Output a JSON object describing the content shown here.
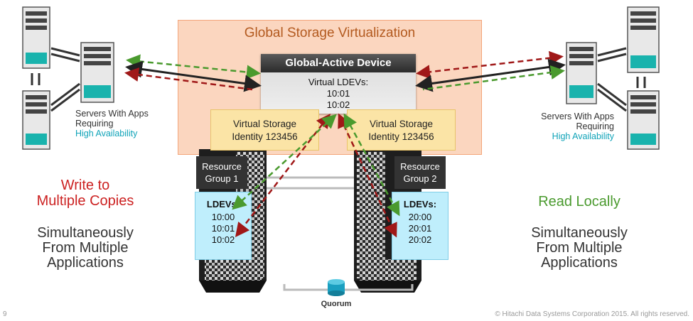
{
  "title": "Global Storage Virtualization",
  "gad": {
    "title": "Global-Active Device",
    "label": "Virtual LDEVs:",
    "items": [
      "10:01",
      "10:02"
    ]
  },
  "virtual_storage": {
    "left": {
      "line1": "Virtual Storage",
      "line2": "Identity 123456"
    },
    "right": {
      "line1": "Virtual Storage",
      "line2": "Identity 123456"
    }
  },
  "resource_groups": {
    "left": {
      "line1": "Resource",
      "line2": "Group 1",
      "ldev_label": "LDEVs:",
      "ldevs": [
        "10:00",
        "10:01",
        "10:02"
      ]
    },
    "right": {
      "line1": "Resource",
      "line2": "Group 2",
      "ldev_label": "LDEVs:",
      "ldevs": [
        "20:00",
        "20:01",
        "20:02"
      ]
    }
  },
  "servers_left": {
    "line1": "Servers With Apps",
    "line2": "Requiring",
    "line3": "High Availability"
  },
  "servers_right": {
    "line1": "Servers With Apps",
    "line2": "Requiring",
    "line3": "High Availability"
  },
  "left_text": {
    "red1": "Write to",
    "red2": "Multiple Copies",
    "gray1": "Simultaneously",
    "gray2": "From Multiple",
    "gray3": "Applications"
  },
  "right_text": {
    "green": "Read Locally",
    "gray1": "Simultaneously",
    "gray2": "From Multiple",
    "gray3": "Applications"
  },
  "quorum": "Quorum",
  "page_number": "9",
  "copyright": "© Hitachi Data Systems Corporation 2015. All rights reserved.",
  "colors": {
    "write_arrow": "#a01818",
    "read_arrow": "#4a9a2e",
    "teal": "#0fa3b8",
    "orange_panel": "#fbd6bf"
  }
}
